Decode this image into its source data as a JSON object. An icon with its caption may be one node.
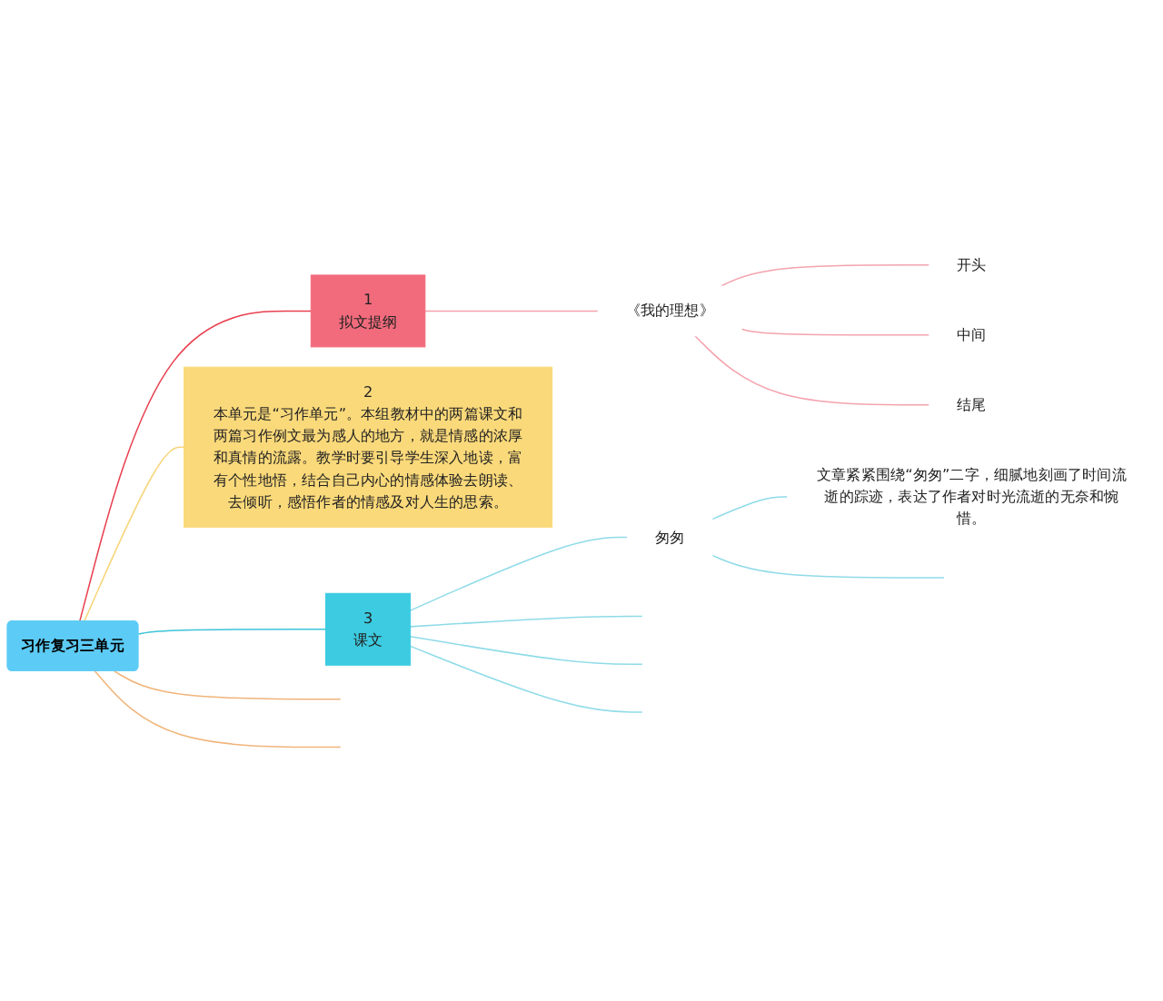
{
  "diagram": {
    "nodes": [
      {
        "text": [
          "习作复习三单元"
        ]
      },
      {
        "text": [
          "1",
          "拟文提纲"
        ]
      },
      {
        "text": [
          "2",
          "本单元是“习作单元”。本组教材中的两篇课文和两篇习作例文最为感人的地方，就是情感的浓厚和真情的流露。教学时要引导学生深入地读，富有个性地悟，结合自己内心的情感体验去朗读、去倾听，感悟作者的情感及对人生的思索。"
        ]
      },
      {
        "text": [
          "3",
          "课文"
        ]
      },
      {
        "text": [
          "《我的理想》"
        ]
      },
      {
        "text": [
          "开头"
        ]
      },
      {
        "text": [
          "中间"
        ]
      },
      {
        "text": [
          "结尾"
        ]
      },
      {
        "text": [
          "匆匆"
        ]
      },
      {
        "text": [
          "文章紧紧围绕“匆匆”二字，细腻地刻画了时间流逝的踪迹，表达了作者对时光流逝的无奈和惋惜。"
        ]
      }
    ],
    "edges": [
      {
        "from": 0,
        "to": 1,
        "arrow": "none",
        "color": "#e8404f"
      },
      {
        "from": 0,
        "to": 2,
        "arrow": "none",
        "color": "#f7d57a"
      },
      {
        "from": 0,
        "to": 3,
        "arrow": "none",
        "color": "#3cc4d8"
      },
      {
        "from": 1,
        "to": 4,
        "arrow": "none",
        "color": "#f4a3ad"
      },
      {
        "from": 4,
        "to": 5,
        "arrow": "none",
        "color": "#f4a3ad"
      },
      {
        "from": 4,
        "to": 6,
        "arrow": "none",
        "color": "#f4a3ad"
      },
      {
        "from": 4,
        "to": 7,
        "arrow": "none",
        "color": "#f4a3ad"
      },
      {
        "from": 3,
        "to": 8,
        "arrow": "none",
        "color": "#8fdbe8"
      },
      {
        "from": 8,
        "to": 9,
        "arrow": "none",
        "color": "#8fdbe8"
      },
      {
        "from": 8,
        "to": null,
        "arrow": "none",
        "color": "#8fdbe8"
      },
      {
        "from": 3,
        "to": null,
        "arrow": "none",
        "color": "#8fdbe8"
      },
      {
        "from": 3,
        "to": null,
        "arrow": "none",
        "color": "#8fdbe8"
      },
      {
        "from": 3,
        "to": null,
        "arrow": "none",
        "color": "#8fdbe8"
      },
      {
        "from": 0,
        "to": null,
        "arrow": "none",
        "color": "#f0b47a"
      },
      {
        "from": 0,
        "to": null,
        "arrow": "none",
        "color": "#f0b47a"
      }
    ]
  }
}
